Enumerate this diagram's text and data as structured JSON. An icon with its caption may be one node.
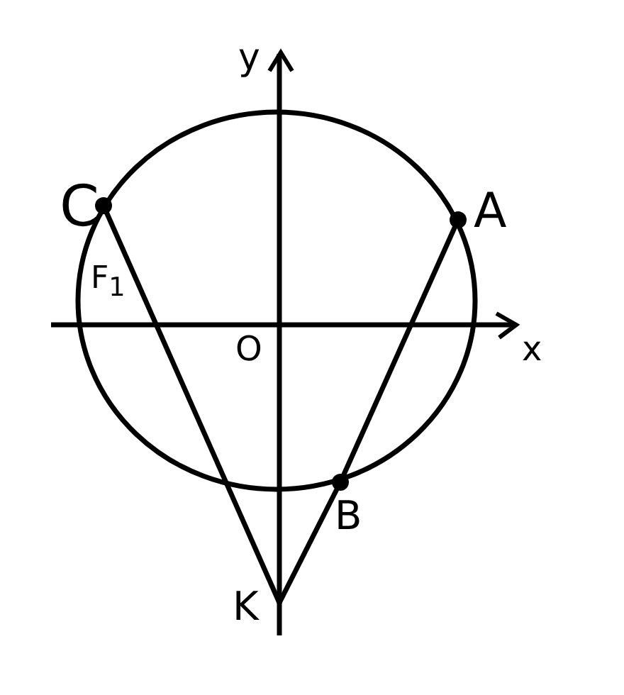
{
  "diagram": {
    "nodes": [
      {
        "text": [
          "C"
        ]
      },
      {
        "text": [
          "A"
        ]
      },
      {
        "text": [
          "B"
        ]
      },
      {
        "text": [
          "K"
        ]
      }
    ],
    "edges": [
      {
        "from": 3,
        "to": 0,
        "arrow": "none"
      },
      {
        "from": 3,
        "to": 2,
        "arrow": "none"
      },
      {
        "from": 2,
        "to": 1,
        "arrow": "none"
      }
    ],
    "labels": [
      "y",
      "F$_{1}$",
      "O",
      "x"
    ]
  }
}
